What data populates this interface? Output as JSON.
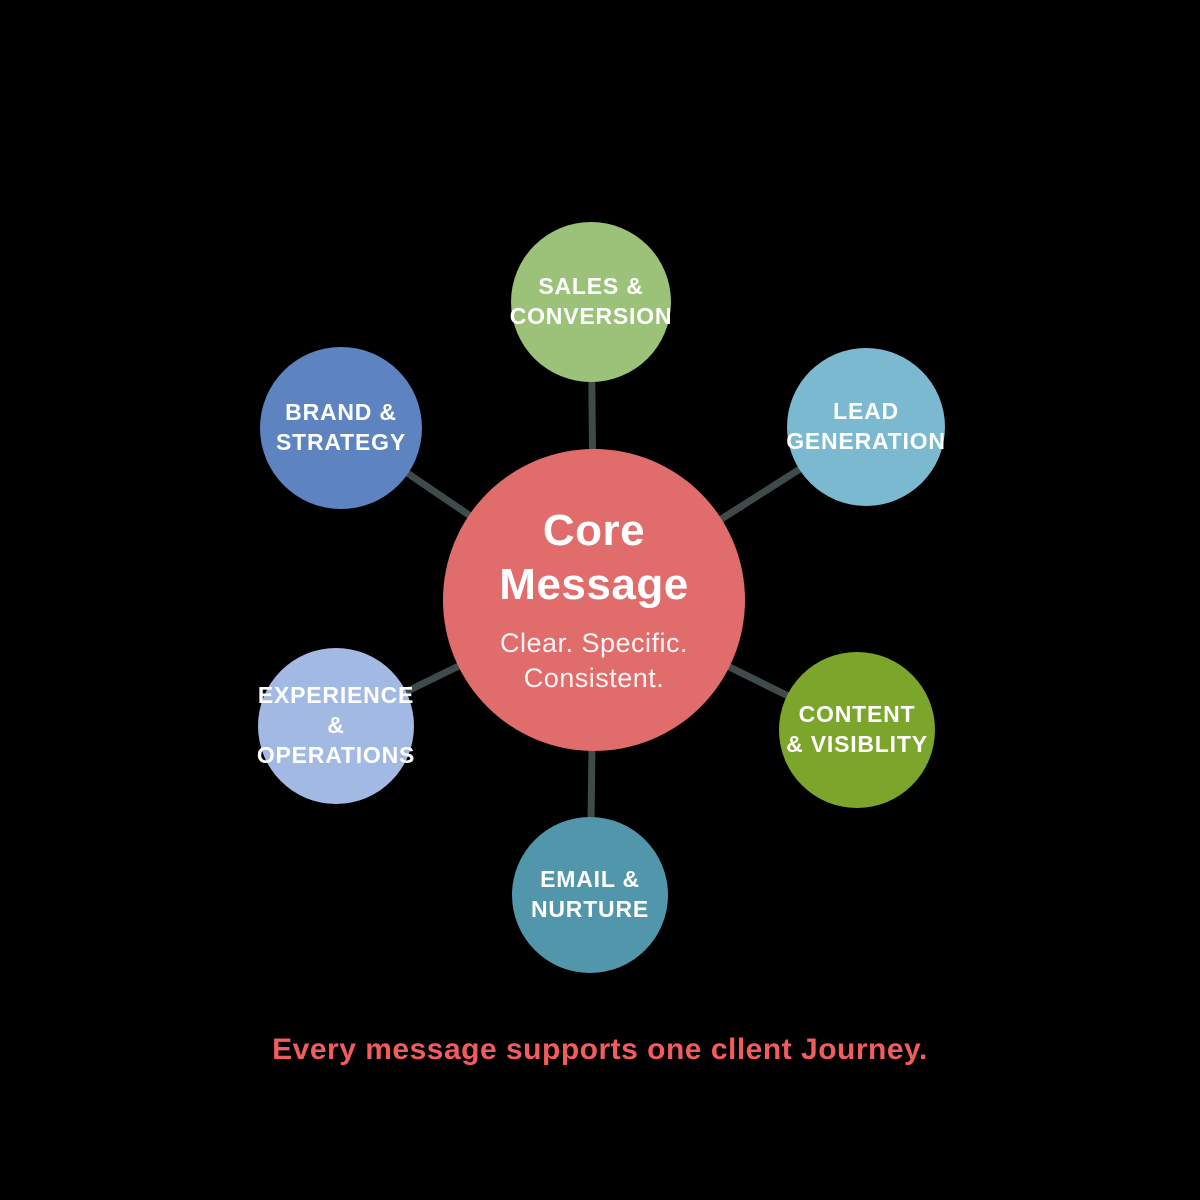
{
  "diagram": {
    "background_color": "#000000",
    "connector_color": "#3F4A4A",
    "hub": {
      "title": "Core\nMessage",
      "subtitle": "Clear. Specific.\nConsistent.",
      "color": "#E16C6C",
      "text_color": "#FFFFFF"
    },
    "satellites": [
      {
        "id": "sales-conversion",
        "label": "SALES &\nCONVERSION",
        "color": "#9CC27A"
      },
      {
        "id": "lead-generation",
        "label": "LEAD\nGENERATION",
        "color": "#7BB9D0"
      },
      {
        "id": "content-visiblity",
        "label": "CONTENT\n& VISIBLITY",
        "color": "#7CA52B"
      },
      {
        "id": "email-nurture",
        "label": "EMAIL &\nNURTURE",
        "color": "#5296AB"
      },
      {
        "id": "experience-operations",
        "label": "EXPERIENCE &\nOPERATIONS",
        "color": "#A2BAE3"
      },
      {
        "id": "brand-strategy",
        "label": "BRAND &\nSTRATEGY",
        "color": "#5D84C0"
      }
    ],
    "caption": {
      "text": "Every message supports one cllent Journey.",
      "color": "#F15C5E"
    }
  }
}
